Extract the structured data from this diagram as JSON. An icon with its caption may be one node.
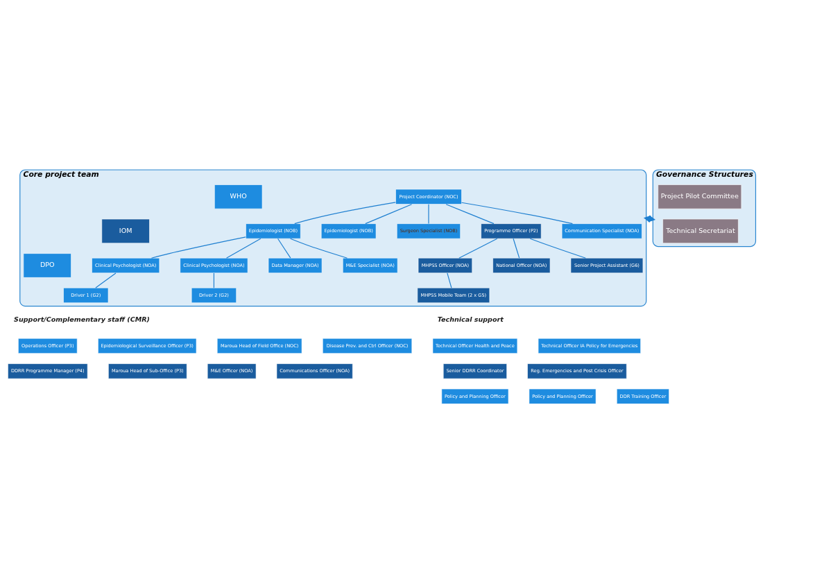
{
  "diagram": {
    "nodes": [
      {
        "text": [
          "Core project team"
        ]
      },
      {
        "text": [
          "WHO"
        ],
        "in": 0
      },
      {
        "text": [
          "IOM"
        ],
        "in": 0
      },
      {
        "text": [
          "DPO"
        ],
        "in": 0
      },
      {
        "text": [
          "Project Coordinator (NOC)"
        ],
        "in": 0
      },
      {
        "text": [
          "Communication Specialist (NOA)"
        ],
        "in": 0
      },
      {
        "text": [
          "Epidemiologist (NOB)"
        ],
        "in": 0
      },
      {
        "text": [
          "Epidemiologist (NOB)"
        ],
        "in": 0
      },
      {
        "text": [
          "Surgeon Specialist (NOB)"
        ],
        "in": 0
      },
      {
        "text": [
          "Programme Officer (P2)"
        ],
        "in": 0
      },
      {
        "text": [
          "Clinical Psychologist (NOA)"
        ],
        "in": 0
      },
      {
        "text": [
          "Clinical Psychologist (NOA)"
        ],
        "in": 0
      },
      {
        "text": [
          "Data Manager (NOA)"
        ],
        "in": 0
      },
      {
        "text": [
          "M&E Specialist (NOA)"
        ],
        "in": 0
      },
      {
        "text": [
          "National Officer (NOA)"
        ],
        "in": 0
      },
      {
        "text": [
          "Senior Project Assistant (G6)"
        ],
        "in": 0
      },
      {
        "text": [
          "MHPSS Officer (NOA)"
        ],
        "in": 0
      },
      {
        "text": [
          "Driver 1 (G2)"
        ],
        "in": 0
      },
      {
        "text": [
          "Driver 2 (G2)"
        ],
        "in": 0
      },
      {
        "text": [
          "MHPSS Mobile Team (2 x G5)"
        ],
        "in": 0
      },
      {
        "text": [
          "Governance Structures"
        ]
      },
      {
        "text": [
          "Project Pilot Committee"
        ],
        "in": 20
      },
      {
        "text": [
          "Technical Secretariat"
        ],
        "in": 20
      },
      {
        "text": [
          "Operations Officer (P3)"
        ]
      },
      {
        "text": [
          "Epidemiological Surveillance Officer (P3)"
        ]
      },
      {
        "text": [
          "Maroua Head of Field Office (NOC)"
        ]
      },
      {
        "text": [
          "Disease Prev. and Ctrl Officer (NOC)"
        ]
      },
      {
        "text": [
          "DDRR Programme Manager (P4)"
        ]
      },
      {
        "text": [
          "Maroua Head of Sub-Office (P3)"
        ]
      },
      {
        "text": [
          "M&E Officer (NOA)"
        ]
      },
      {
        "text": [
          "Communications Officer (NOA)"
        ]
      },
      {
        "text": [
          "Technical Officer Health and Peace"
        ]
      },
      {
        "text": [
          "Technical Officer IA Policy for Emergencies"
        ]
      },
      {
        "text": [
          "Senior DDRR Coordinator"
        ]
      },
      {
        "text": [
          "Reg. Emergencies and Post Crisis Officer"
        ]
      },
      {
        "text": [
          "Policy and Planning Officer"
        ]
      },
      {
        "text": [
          "Policy and Planning Officer"
        ]
      },
      {
        "text": [
          "DDR Training Officer"
        ]
      }
    ],
    "edges": [
      {
        "from": 4,
        "to": 5,
        "arrow": "none"
      },
      {
        "from": 4,
        "to": 6,
        "arrow": "none"
      },
      {
        "from": 4,
        "to": 7,
        "arrow": "none"
      },
      {
        "from": 4,
        "to": 8,
        "arrow": "none"
      },
      {
        "from": 4,
        "to": 9,
        "arrow": "none"
      },
      {
        "from": 6,
        "to": 10,
        "arrow": "none"
      },
      {
        "from": 6,
        "to": 11,
        "arrow": "none"
      },
      {
        "from": 6,
        "to": 12,
        "arrow": "none"
      },
      {
        "from": 6,
        "to": 13,
        "arrow": "none"
      },
      {
        "from": 9,
        "to": 14,
        "arrow": "none"
      },
      {
        "from": 9,
        "to": 15,
        "arrow": "none"
      },
      {
        "from": 9,
        "to": 16,
        "arrow": "none"
      },
      {
        "from": 10,
        "to": 17,
        "arrow": "none"
      },
      {
        "from": 11,
        "to": 18,
        "arrow": "none"
      },
      {
        "from": 16,
        "to": 19,
        "arrow": "none"
      },
      {
        "from": 0,
        "to": 20,
        "arrow": "both",
        "style": "thick"
      }
    ],
    "labels": [
      "Support/Complementary staff (CMR)",
      "Technical support"
    ]
  }
}
